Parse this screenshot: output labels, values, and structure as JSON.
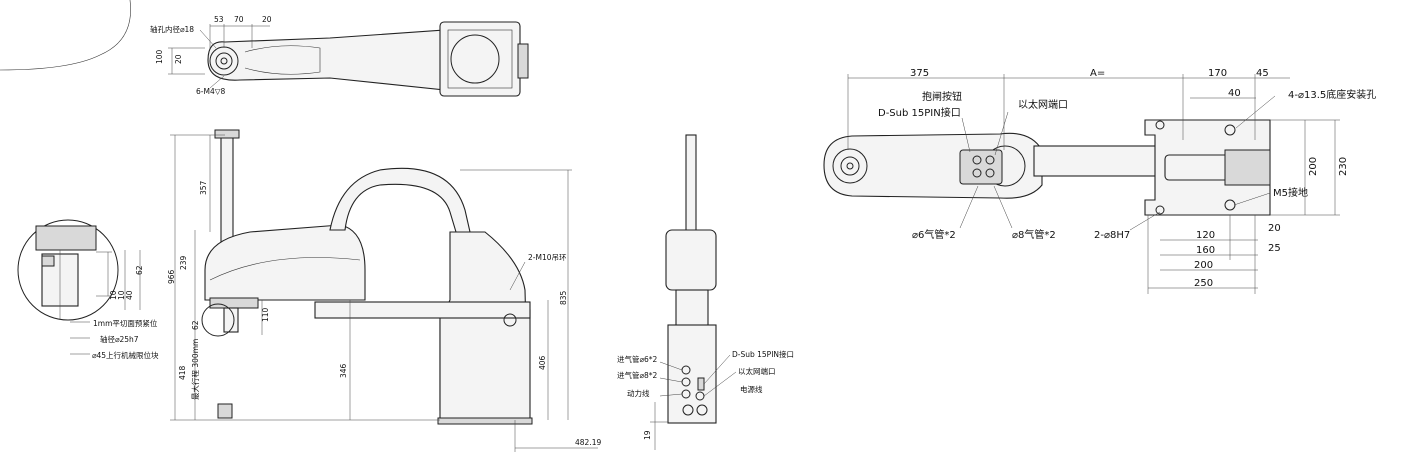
{
  "top_view_small": {
    "shaft_inner": "轴孔内径⌀18",
    "dim_53": "53",
    "dim_70": "70",
    "dim_20": "20",
    "dim_100": "100",
    "dim_20b": "20",
    "thread": "6-M4▽8"
  },
  "detail_view": {
    "d_10": "10",
    "d_10b": "10",
    "d_40": "40",
    "d_62": "62",
    "note_flat": "1mm平切面预紧位",
    "note_shaft": "轴径⌀25h7",
    "note_stop": "⌀45上行机械限位块"
  },
  "side_view": {
    "d_357": "357",
    "d_966": "966",
    "d_239": "239",
    "d_62": "62",
    "d_110": "110",
    "d_418": "418",
    "stroke": "最大行程 300mm",
    "d_346": "346",
    "d_406": "406",
    "d_835": "835",
    "lifting": "2-M10吊环",
    "d_482": "482.19"
  },
  "rear_view": {
    "air6": "进气管⌀6*2",
    "air8": "进气管⌀8*2",
    "power": "动力线",
    "dsub": "D-Sub 15PIN接口",
    "eth": "以太网端口",
    "cable": "电源线",
    "d_19": "19"
  },
  "top_view_large": {
    "d_375": "375",
    "d_A": "A=",
    "d_170": "170",
    "d_45": "45",
    "d_40": "40",
    "brake": "抱闸按钮",
    "dsub": "D-Sub 15PIN接口",
    "eth": "以太网端口",
    "holes": "4-⌀13.5底座安装孔",
    "d_200": "200",
    "d_230": "230",
    "m5": "M5接地",
    "tube6": "⌀6气管*2",
    "tube8": "⌀8气管*2",
    "pin": "2-⌀8H7",
    "d_120": "120",
    "d_20": "20",
    "d_160": "160",
    "d_25": "25",
    "d_200b": "200",
    "d_250": "250"
  }
}
